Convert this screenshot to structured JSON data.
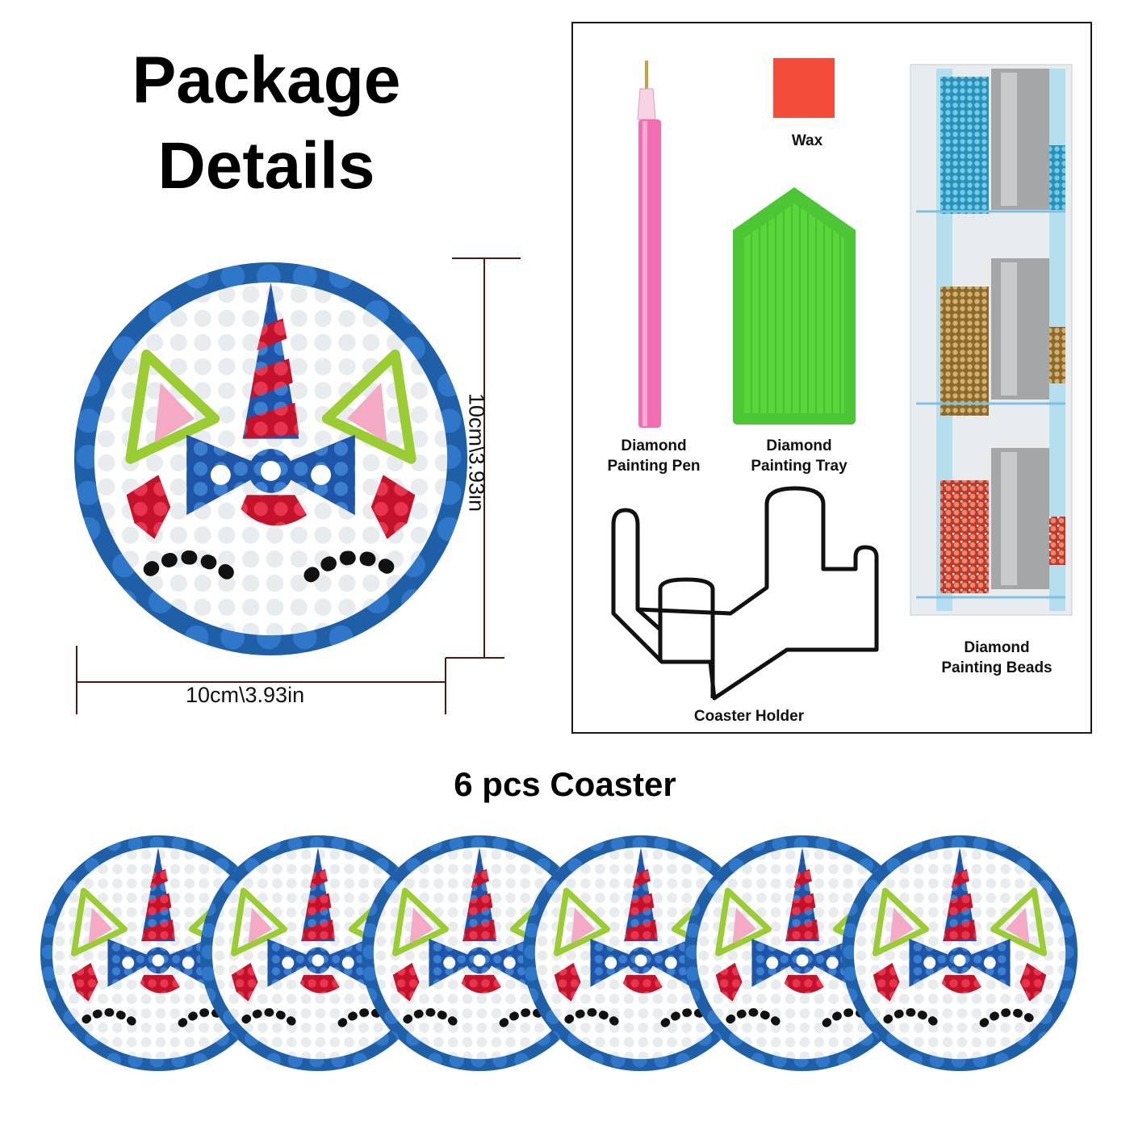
{
  "title_line1": "Package",
  "title_line2": "Details",
  "dimension_horizontal": "10cm\\3.93in",
  "dimension_vertical": "10cm\\3.93in",
  "items": {
    "pen": [
      "Diamond",
      "Painting Pen"
    ],
    "wax": "Wax",
    "tray": [
      "Diamond",
      "Painting Tray"
    ],
    "beads": [
      "Diamond",
      "Painting Beads"
    ],
    "holder": "Coaster Holder"
  },
  "section_title": "6 pcs Coaster",
  "colors": {
    "coaster_rim": "#1e5fa8",
    "red": "#d9213a",
    "green": "#9acd32",
    "pink_pen": "#f06fb4",
    "tray_green": "#5ad63c",
    "wax": "#f24b3a"
  },
  "icons": [
    "unicorn-coaster-icon",
    "diamond-pen-icon",
    "wax-icon",
    "tray-icon",
    "coaster-holder-icon",
    "bead-packet-icon"
  ]
}
